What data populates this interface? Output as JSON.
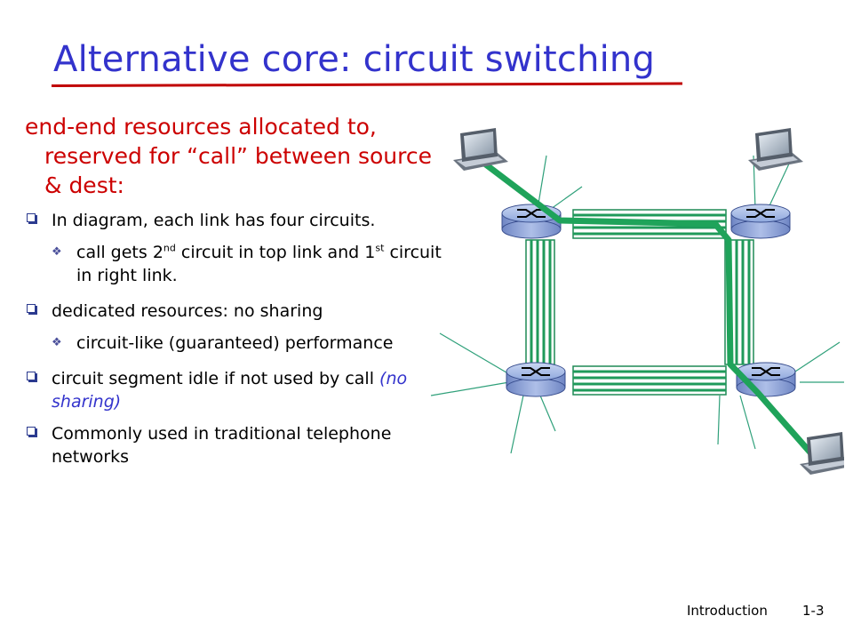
{
  "title": "Alternative core: circuit switching",
  "lead": "end-end resources allocated to, reserved for “call” between source & dest:",
  "bullets": [
    {
      "text": "In diagram, each link has four circuits.",
      "sub": {
        "pre": "call gets 2",
        "sup1": "nd",
        "mid": " circuit in top link and 1",
        "sup2": "st",
        "post": " circuit in right link."
      }
    },
    {
      "text": "dedicated resources: no sharing",
      "sub_text": "circuit-like (guaranteed) performance"
    },
    {
      "text": "circuit segment idle if not used by call",
      "em": "(no sharing)"
    },
    {
      "text": "Commonly used in traditional telephone networks"
    }
  ],
  "footer": {
    "section": "Introduction",
    "page": "1-3"
  },
  "colors": {
    "title": "#3333cc",
    "lead": "#cc0000",
    "rule": "#c00000",
    "circuit": "#1f9a5a"
  },
  "icons": {
    "bullet": "square-bullet-icon",
    "sub_bullet": "diamond-star-icon",
    "router": "router-icon",
    "host": "computer-icon"
  }
}
